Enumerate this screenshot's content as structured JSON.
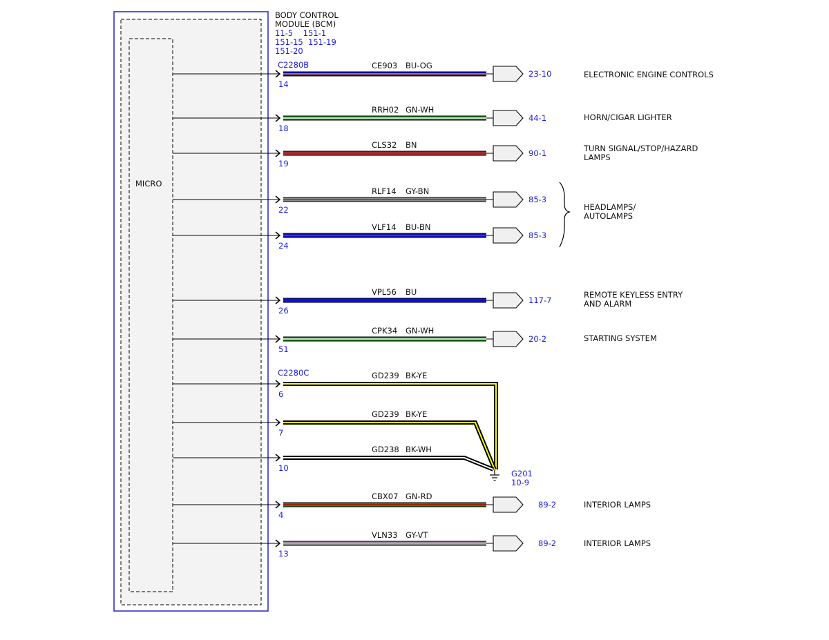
{
  "module": {
    "title_line1": "BODY CONTROL",
    "title_line2": "MODULE (BCM)",
    "refs_line1": "11-5    151-1",
    "refs_line2": "151-15  151-19",
    "refs_line3": "151-20",
    "micro_label": "MICRO",
    "border_color": "#2222cc"
  },
  "connectors": [
    {
      "name": "C2280B"
    },
    {
      "name": "C2280C"
    }
  ],
  "circuits": [
    {
      "pin": "14",
      "circuit": "CE903",
      "color_code": "BU-OG",
      "base": "#1010bb",
      "stripe": "#ff8c00",
      "dest_ref": "23-10",
      "dest_label": [
        "ELECTRONIC ENGINE CONTROLS"
      ]
    },
    {
      "pin": "18",
      "circuit": "RRH02",
      "color_code": "GN-WH",
      "base": "#1a8a1a",
      "stripe": "#ffffff",
      "dest_ref": "44-1",
      "dest_label": [
        "HORN/CIGAR LIGHTER"
      ]
    },
    {
      "pin": "19",
      "circuit": "CLS32",
      "color_code": "BN",
      "base": "#a52a2a",
      "stripe": "",
      "dest_ref": "90-1",
      "dest_label": [
        "TURN SIGNAL/STOP/HAZARD",
        "LAMPS"
      ]
    },
    {
      "pin": "22",
      "circuit": "RLF14",
      "color_code": "GY-BN",
      "base": "#8a8a8a",
      "stripe": "#a52a2a",
      "dest_ref": "85-3",
      "dest_label": []
    },
    {
      "pin": "24",
      "circuit": "VLF14",
      "color_code": "BU-BN",
      "base": "#1010bb",
      "stripe": "#a52a2a",
      "dest_ref": "85-3",
      "dest_label": []
    },
    {
      "pin": "26",
      "circuit": "VPL56",
      "color_code": "BU",
      "base": "#1010dd",
      "stripe": "",
      "dest_ref": "117-7",
      "dest_label": [
        "REMOTE KEYLESS ENTRY",
        "AND ALARM"
      ]
    },
    {
      "pin": "51",
      "circuit": "CPK34",
      "color_code": "GN-WH",
      "base": "#1a8a1a",
      "stripe": "#ffffff",
      "dest_ref": "20-2",
      "dest_label": [
        "STARTING SYSTEM"
      ]
    },
    {
      "pin": "6",
      "circuit": "GD239",
      "color_code": "BK-YE",
      "base": "#000000",
      "stripe": "#ffff00",
      "dest_ref": "",
      "dest_label": []
    },
    {
      "pin": "7",
      "circuit": "GD239",
      "color_code": "BK-YE",
      "base": "#000000",
      "stripe": "#ffff00",
      "dest_ref": "",
      "dest_label": []
    },
    {
      "pin": "10",
      "circuit": "GD238",
      "color_code": "BK-WH",
      "base": "#000000",
      "stripe": "#ffffff",
      "dest_ref": "",
      "dest_label": []
    },
    {
      "pin": "4",
      "circuit": "CBX07",
      "color_code": "GN-RD",
      "base": "#1a8a1a",
      "stripe": "#cc0000",
      "dest_ref": "89-2",
      "dest_label": [
        "INTERIOR LAMPS"
      ]
    },
    {
      "pin": "13",
      "circuit": "VLN33",
      "color_code": "GY-VT",
      "base": "#8a8a8a",
      "stripe": "#ee88ee",
      "dest_ref": "89-2",
      "dest_label": [
        "INTERIOR LAMPS"
      ]
    }
  ],
  "headlamps_group_label": [
    "HEADLAMPS/",
    "AUTOLAMPS"
  ],
  "ground": {
    "name": "G201",
    "ref": "10-9"
  }
}
